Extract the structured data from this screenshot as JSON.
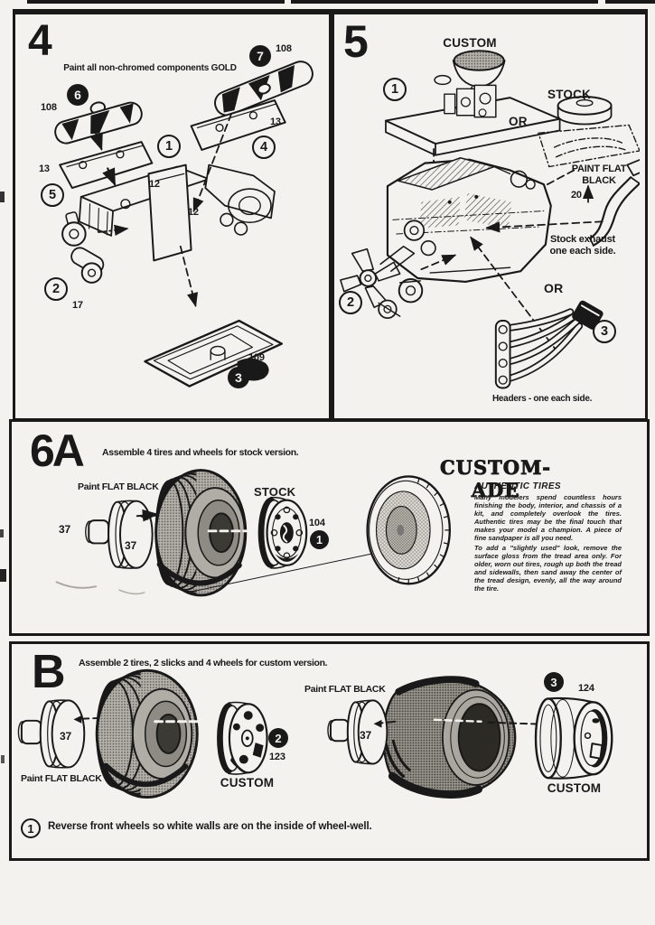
{
  "page": {
    "paper": "#f3f2ee",
    "ink": "#191919"
  },
  "step4": {
    "number": "4",
    "instruction": "Paint all non-chromed components GOLD",
    "callouts": [
      {
        "n": "1",
        "filled": false
      },
      {
        "n": "2",
        "filled": false
      },
      {
        "n": "3",
        "filled": true
      },
      {
        "n": "4",
        "filled": false
      },
      {
        "n": "5",
        "filled": false
      },
      {
        "n": "6",
        "filled": true
      },
      {
        "n": "7",
        "filled": true
      }
    ],
    "parts": {
      "valve_cover_left": "108",
      "valve_cover_right": "108",
      "head_left": "13",
      "head_right": "13",
      "block_top": "12",
      "block_front": "12",
      "fuel_pump": "17",
      "oil_pan": "109"
    }
  },
  "step5": {
    "number": "5",
    "custom_label": "CUSTOM",
    "stock_label": "STOCK",
    "or_upper": "OR",
    "or_lower": "OR",
    "paint_note_line1": "PAINT FLAT",
    "paint_note_line2": "BLACK",
    "exhaust_part": "20",
    "stock_exhaust_note_line1": "Stock exhaust",
    "stock_exhaust_note_line2": "one each side.",
    "headers_note": "Headers - one each side.",
    "callouts": [
      {
        "n": "1",
        "filled": false
      },
      {
        "n": "2",
        "filled": false
      },
      {
        "n": "3",
        "filled": false
      }
    ]
  },
  "step6a": {
    "number": "6A",
    "instruction": "Assemble 4 tires and wheels for stock version.",
    "paint_note": "Paint FLAT BLACK",
    "stock_label": "STOCK",
    "parts": {
      "backing_plate": "37",
      "backing_plate_face": "37",
      "stock_wheel": "104"
    },
    "callouts": [
      {
        "n": "1",
        "filled": true
      }
    ],
    "ad": {
      "title": "CUSTOM-ADE",
      "subtitle": "AUTHENTIC TIRES",
      "body1": "Many modelers spend countless hours finishing the body, interior, and chassis of a kit, and completely overlook the tires. Authentic tires may be the final touch that makes your model a champion. A piece of fine sandpaper is all you need.",
      "body2": "To add a \"slightly used\" look, remove the surface gloss from the tread area only. For older, worn out tires, rough up both the tread and sidewalls, then sand away the center of the tread design, evenly, all the way around the tire."
    }
  },
  "stepB": {
    "number": "B",
    "instruction": "Assemble 2 tires, 2 slicks and 4 wheels for custom version.",
    "front_assembly": {
      "paint_note": "Paint FLAT BLACK",
      "backing_plate": "37",
      "wheel": "123",
      "label": "CUSTOM",
      "callout": {
        "n": "2",
        "filled": true
      }
    },
    "rear_assembly": {
      "paint_note": "Paint FLAT BLACK",
      "backing_plate": "37",
      "wheel": "124",
      "label": "CUSTOM",
      "callout": {
        "n": "3",
        "filled": true
      }
    },
    "footnote": {
      "callout": {
        "n": "1",
        "filled": false
      },
      "text": "Reverse front wheels so white walls are on the inside of wheel-well."
    }
  }
}
